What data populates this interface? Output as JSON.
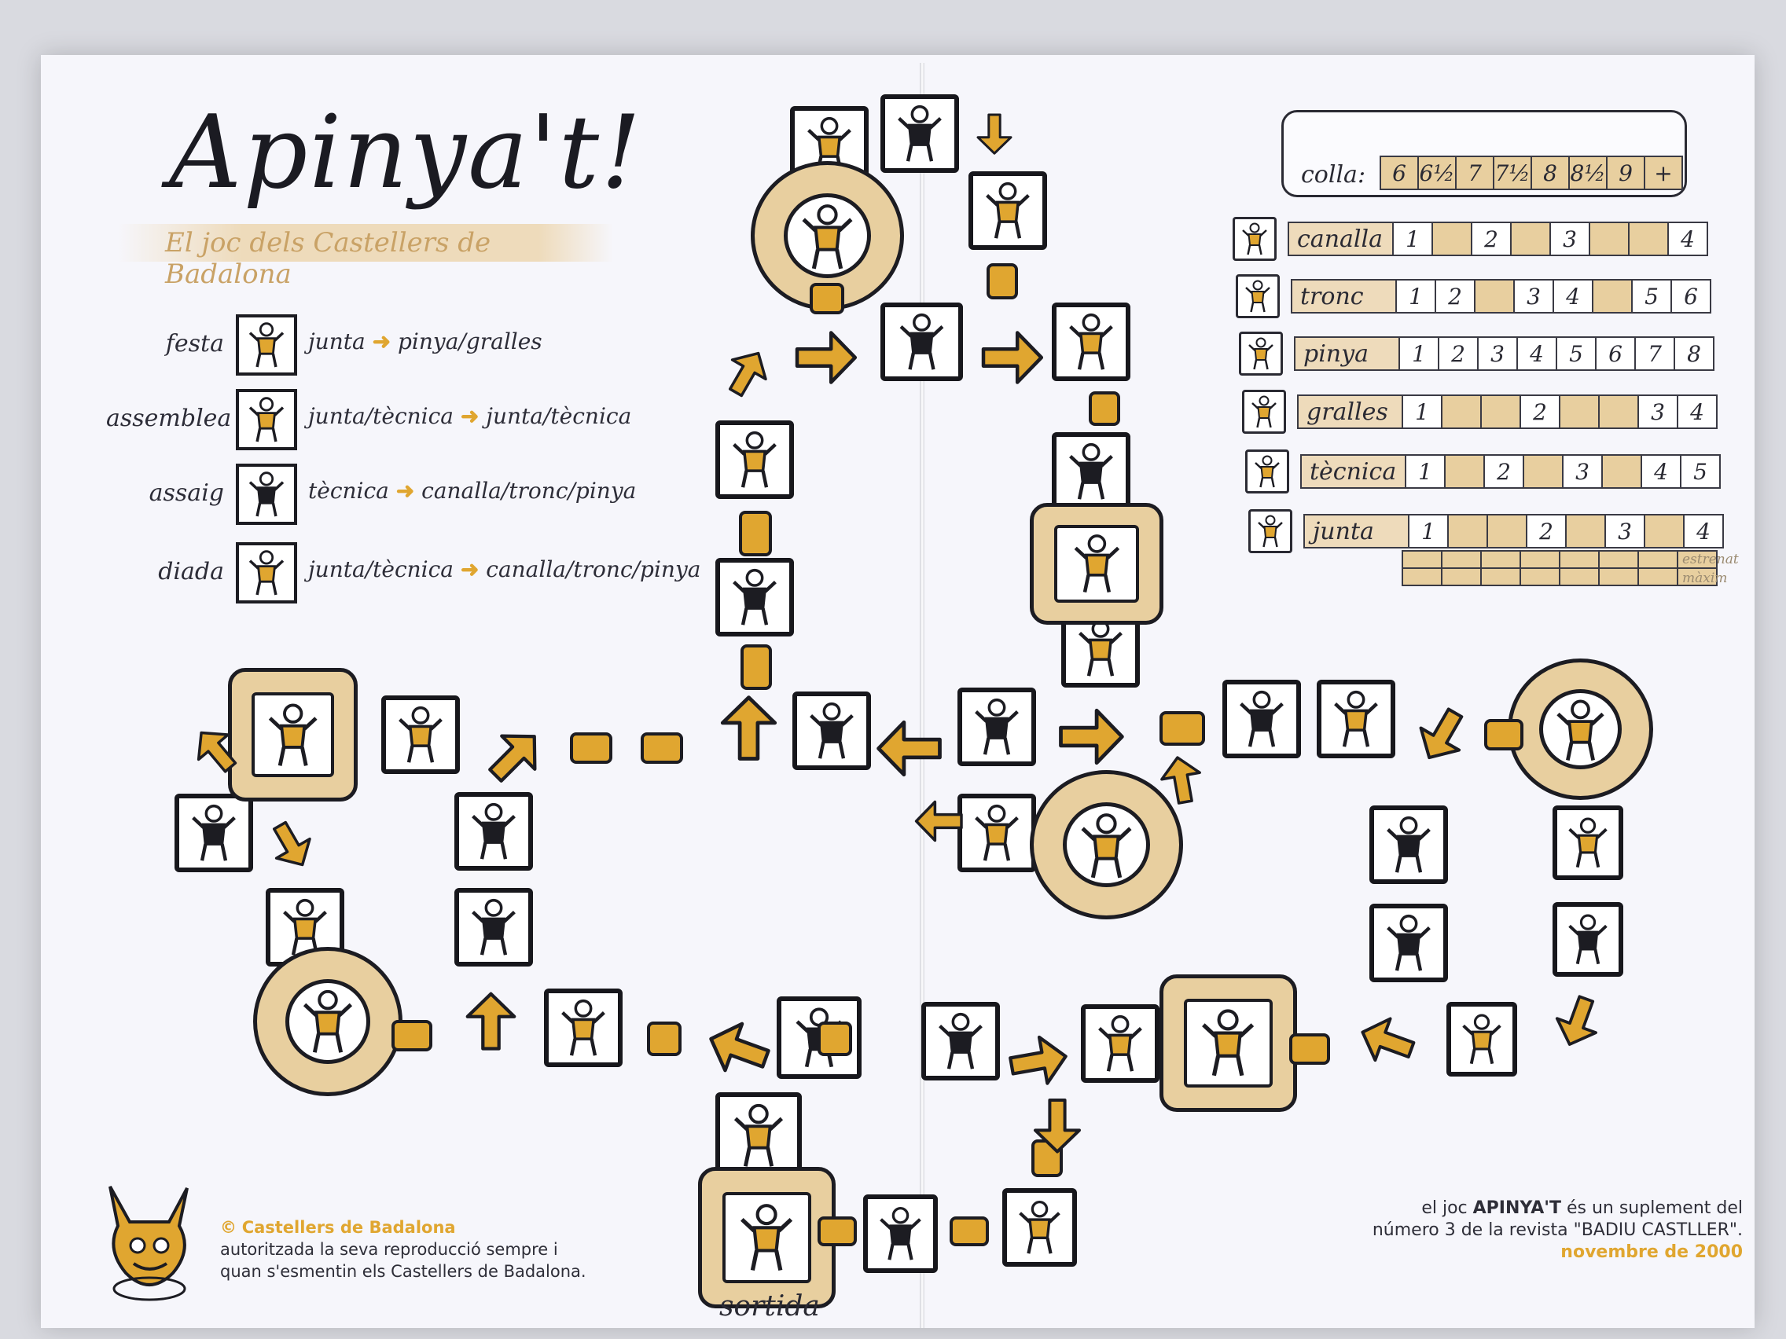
{
  "title": "Apinya't!",
  "subtitle": "El joc dels Castellers de Badalona",
  "legend": [
    {
      "name": "festa",
      "from": "junta",
      "to": "pinya/gralles",
      "icon": "festa-icon"
    },
    {
      "name": "assemblea",
      "from": "junta/tècnica",
      "to": "junta/tècnica",
      "icon": "assemblea-icon"
    },
    {
      "name": "assaig",
      "from": "tècnica",
      "to": "canalla/tronc/pinya",
      "icon": "assaig-icon"
    },
    {
      "name": "diada",
      "from": "junta/tècnica",
      "to": "canalla/tronc/pinya",
      "icon": "diada-icon"
    }
  ],
  "arrow_glyph": "➜",
  "colla": {
    "label": "colla:",
    "levels": [
      "6",
      "6½",
      "7",
      "7½",
      "8",
      "8½",
      "9",
      "+"
    ]
  },
  "score_rows": [
    {
      "name": "canalla",
      "cells": [
        "1",
        "",
        "2",
        "",
        "3",
        "",
        "",
        "4"
      ]
    },
    {
      "name": "tronc",
      "cells": [
        "1",
        "2",
        "",
        "3",
        "4",
        "",
        "5",
        "6"
      ]
    },
    {
      "name": "pinya",
      "cells": [
        "1",
        "2",
        "3",
        "4",
        "5",
        "6",
        "7",
        "8"
      ]
    },
    {
      "name": "gralles",
      "cells": [
        "1",
        "",
        "",
        "2",
        "",
        "",
        "3",
        "4"
      ]
    },
    {
      "name": "tècnica",
      "cells": [
        "1",
        "",
        "2",
        "",
        "3",
        "",
        "4",
        "5"
      ]
    },
    {
      "name": "junta",
      "cells": [
        "1",
        "",
        "",
        "2",
        "",
        "3",
        "",
        "4"
      ]
    }
  ],
  "track_labels": {
    "estrenat": "estrenat",
    "maxim": "màxim"
  },
  "start_label": "sortida",
  "footer_left": {
    "copyright": "©",
    "org": "Castellers de Badalona",
    "line1": "autoritzada la seva reproducció sempre i",
    "line2": "quan s'esmentin els Castellers de Badalona."
  },
  "footer_right": {
    "line1_pre": "el joc ",
    "line1_bold": "APINYA'T",
    "line1_post": " és un suplement del",
    "line2": "número 3 de la revista \"BADIU CASTLLER\".",
    "date": "novembre de 2000"
  },
  "colors": {
    "gold": "#e0a630",
    "sand": "#e8cf9f",
    "ink": "#1c1c22",
    "paper": "#f6f6fb"
  }
}
